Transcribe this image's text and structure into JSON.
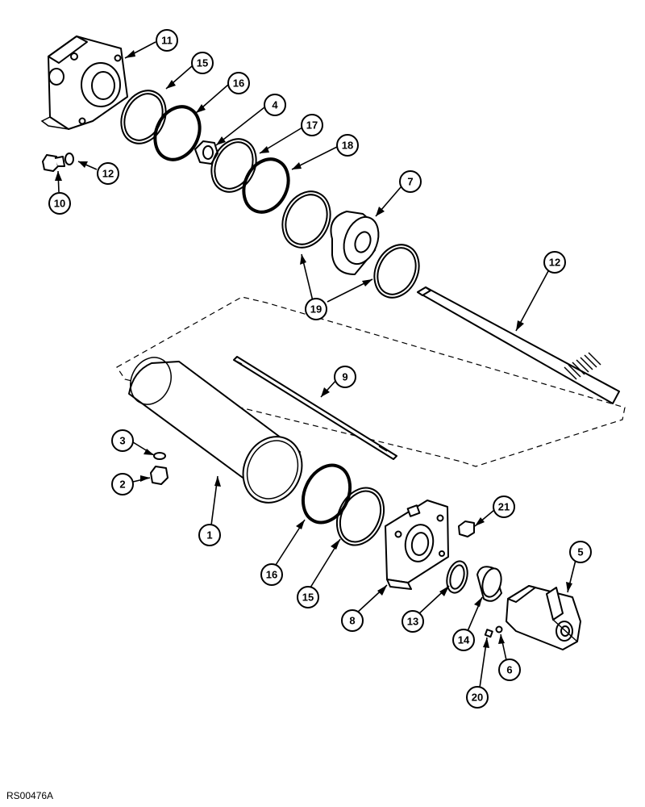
{
  "drawing_code": "RS00476A",
  "callouts": [
    {
      "id": "11",
      "label": "11"
    },
    {
      "id": "15a",
      "label": "15"
    },
    {
      "id": "16a",
      "label": "16"
    },
    {
      "id": "4",
      "label": "4"
    },
    {
      "id": "17",
      "label": "17"
    },
    {
      "id": "18",
      "label": "18"
    },
    {
      "id": "12a",
      "label": "12"
    },
    {
      "id": "10",
      "label": "10"
    },
    {
      "id": "7",
      "label": "7"
    },
    {
      "id": "19",
      "label": "19"
    },
    {
      "id": "12b",
      "label": "12"
    },
    {
      "id": "9",
      "label": "9"
    },
    {
      "id": "3",
      "label": "3"
    },
    {
      "id": "2",
      "label": "2"
    },
    {
      "id": "1",
      "label": "1"
    },
    {
      "id": "16b",
      "label": "16"
    },
    {
      "id": "15b",
      "label": "15"
    },
    {
      "id": "21",
      "label": "21"
    },
    {
      "id": "5",
      "label": "5"
    },
    {
      "id": "8",
      "label": "8"
    },
    {
      "id": "13",
      "label": "13"
    },
    {
      "id": "14",
      "label": "14"
    },
    {
      "id": "6",
      "label": "6"
    },
    {
      "id": "20",
      "label": "20"
    }
  ]
}
